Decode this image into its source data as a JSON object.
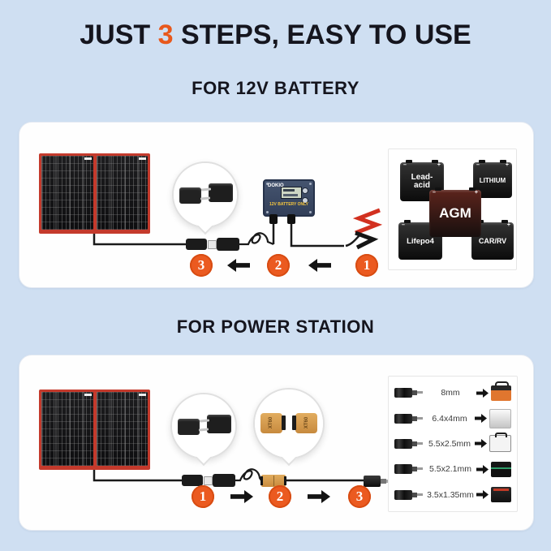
{
  "title": {
    "part1": "JUST ",
    "number": "3",
    "part2": " STEPS, EASY TO USE"
  },
  "battery_section": {
    "heading": "FOR 12V BATTERY",
    "controller": {
      "brand": "DOKIO",
      "warning": "12V BATTERY ONLY"
    },
    "batteries": [
      "Lead-acid",
      "LITHIUM",
      "AGM",
      "Lifepo4",
      "CAR/RV"
    ],
    "steps": [
      "3",
      "2",
      "1"
    ]
  },
  "power_section": {
    "heading": "FOR POWER STATION",
    "connector_label": "XT60",
    "adapters": [
      "8mm",
      "6.4x4mm",
      "5.5x2.5mm",
      "5.5x2.1mm",
      "3.5x1.35mm"
    ],
    "steps": [
      "1",
      "2",
      "3"
    ]
  },
  "colors": {
    "background": "#cfdff2",
    "accent_orange": "#e8581c",
    "step_circle": "#eb5a20",
    "panel_frame": "#c43a2c",
    "controller_body": "#3a4a66",
    "xt60_orange": "#d89a4b",
    "warning_text": "#f6c63e"
  }
}
